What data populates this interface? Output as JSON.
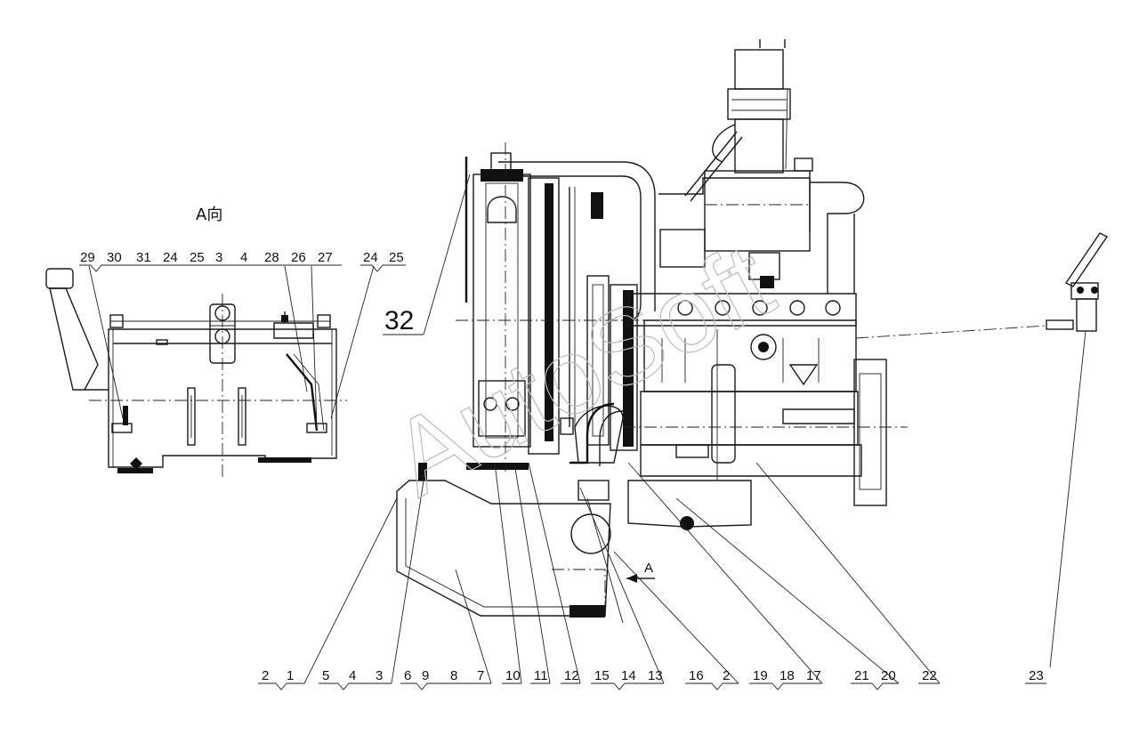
{
  "view_title": "A向",
  "arrow_label": "A",
  "watermark": "AutoSoft",
  "callout_large": "32",
  "inset_labels": [
    "29",
    "30",
    "31",
    "24",
    "25",
    "3",
    "4",
    "28",
    "26",
    "27",
    "24",
    "25"
  ],
  "bottom_groups": [
    [
      "2",
      "1"
    ],
    [
      "5",
      "4",
      "3"
    ],
    [
      "6",
      "9",
      "8",
      "7"
    ],
    [
      "10"
    ],
    [
      "11"
    ],
    [
      "12"
    ],
    [
      "15",
      "14",
      "13"
    ],
    [
      "16",
      "2"
    ],
    [
      "19",
      "18",
      "17"
    ],
    [
      "21",
      "20"
    ],
    [
      "22"
    ],
    [
      "23"
    ]
  ]
}
